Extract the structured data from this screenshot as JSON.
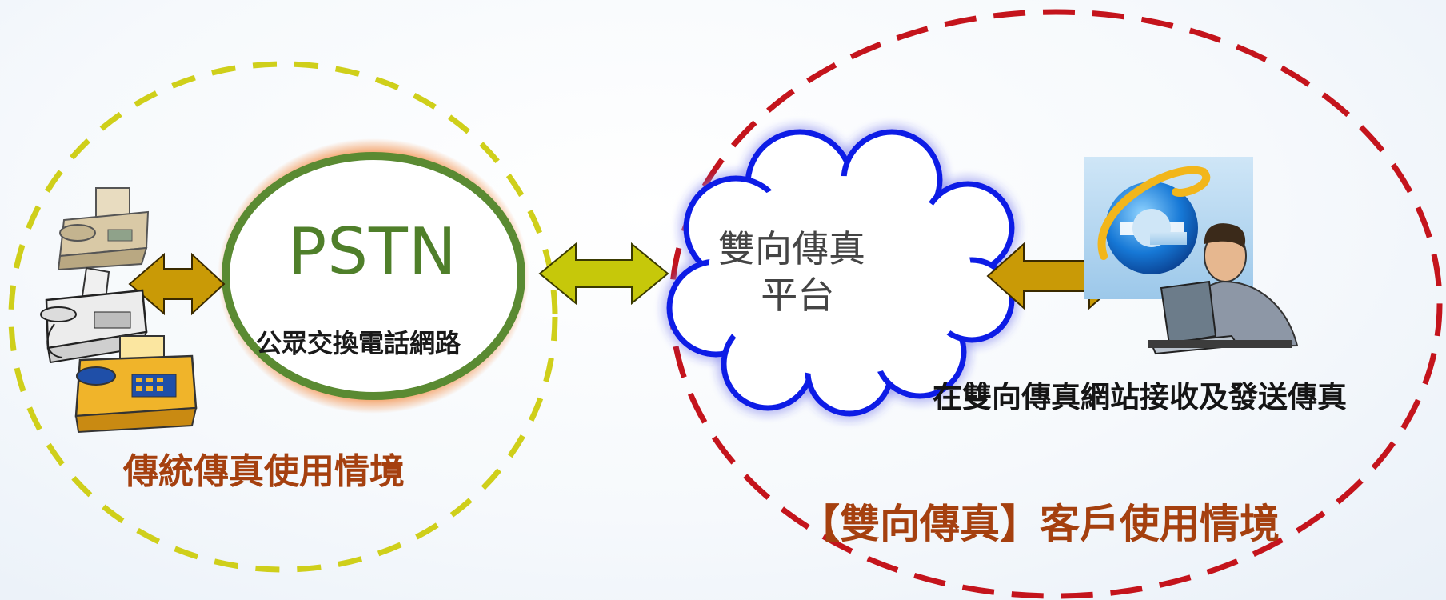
{
  "diagram": {
    "pstn": {
      "title": "PSTN",
      "subtitle": "公眾交換電話網路"
    },
    "traditional_label": "傳統傳真使用情境",
    "cloud_label": "雙向傳真\n 平台",
    "web_label": "在雙向傳真網站接收及發送傳真",
    "client_label": "【雙向傳真】客戶使用情境"
  },
  "colors": {
    "green_ring": "#5a8a32",
    "yellow_dash": "#cfcf1a",
    "red_dash": "#c4141c",
    "cloud_stroke": "#0a1ee6",
    "arrow_gold": "#c99a06",
    "arrow_lime": "#c6c80a",
    "label_brown": "#a5400f"
  },
  "icons": [
    "fax-machine-icon",
    "browser-e-icon",
    "user-at-computer-icon"
  ]
}
